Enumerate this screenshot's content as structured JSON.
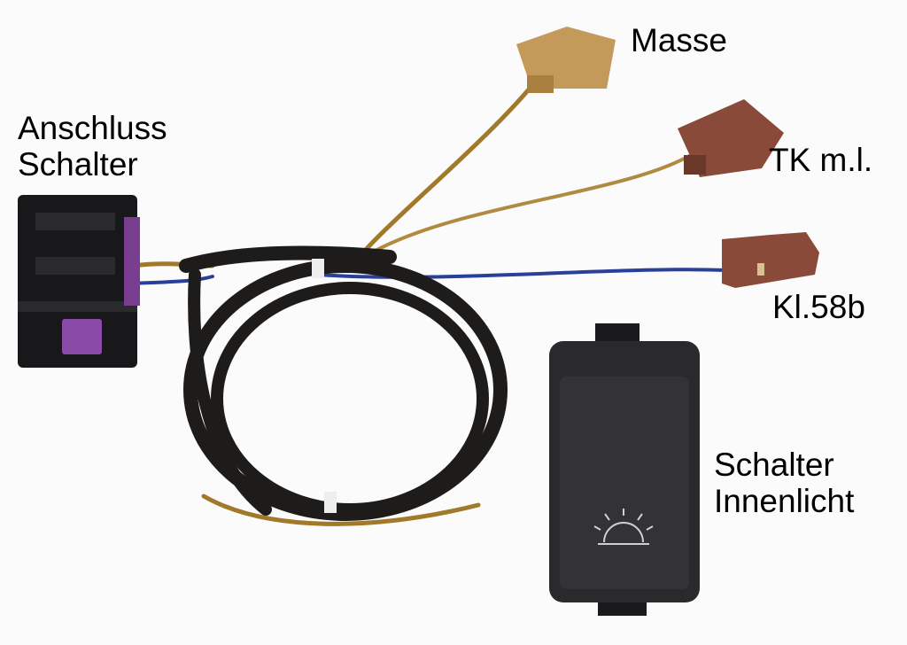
{
  "labels": {
    "anschluss_line1": "Anschluss",
    "anschluss_line2": "Schalter",
    "masse": "Masse",
    "tk": "TK m.l.",
    "kl58b": "Kl.58b",
    "schalter_line1": "Schalter",
    "schalter_line2": "Innenlicht"
  },
  "colors": {
    "background": "#fbfbfb",
    "masse_connector": "#c49a5a",
    "brown_connector": "#8a4a3a",
    "harness": "#1e1c1a",
    "blue_wire": "#2a3f9a",
    "gold_wire": "#a07a2a",
    "switch_body": "#2a2a2c",
    "purple_latch": "#8a4aa8"
  }
}
